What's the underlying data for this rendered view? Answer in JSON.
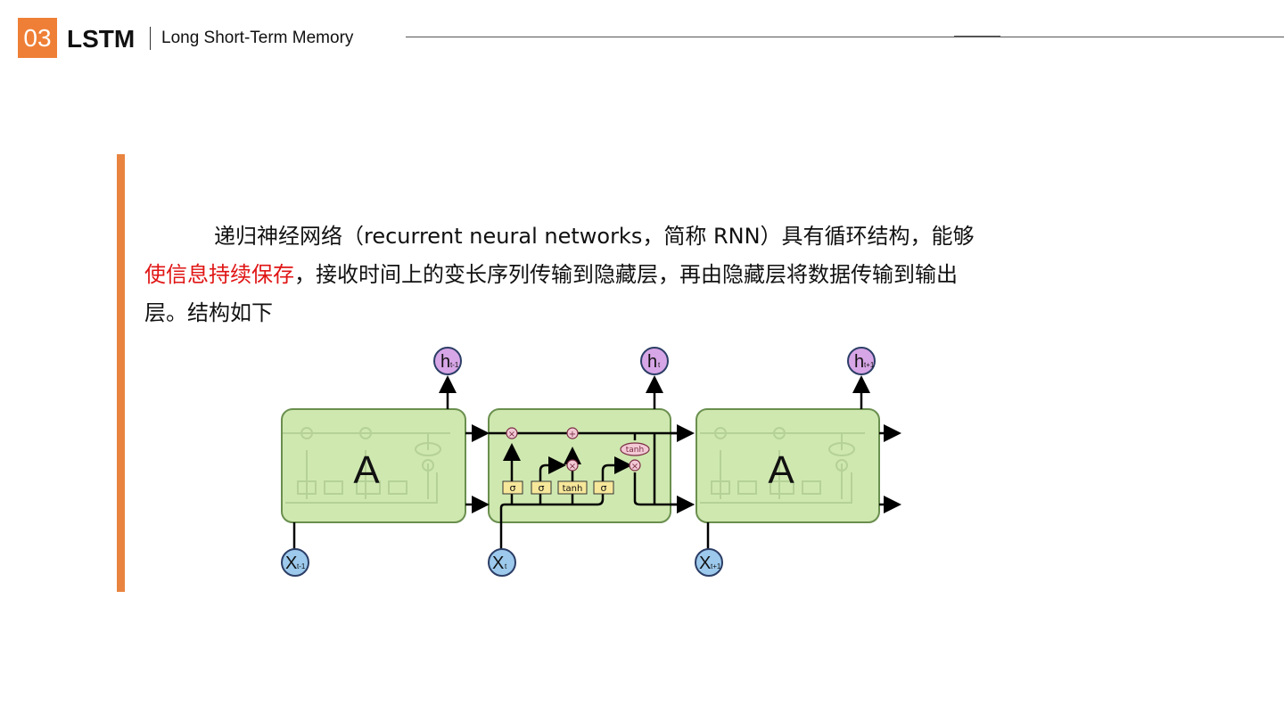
{
  "header": {
    "section_number": "03",
    "title": "LSTM",
    "subtitle": "Long Short-Term Memory"
  },
  "body": {
    "paragraph_part1": "递归神经网络（recurrent neural networks，简称 RNN）具有循环结构，能够",
    "paragraph_highlight": "使信息持续保存",
    "paragraph_part2": "，接收时间上的变长序列传输到隐藏层，再由隐藏层将数据传输到输出层。结构如下"
  },
  "diagram": {
    "cell_labels": [
      "A",
      "A"
    ],
    "outputs": [
      "h",
      "h",
      "h"
    ],
    "output_subscripts": [
      "t-1",
      "t",
      "t+1"
    ],
    "inputs": [
      "X",
      "X",
      "X"
    ],
    "input_subscripts": [
      "t-1",
      "t",
      "t+1"
    ],
    "gates": [
      "σ",
      "σ",
      "tanh",
      "σ"
    ],
    "ops": [
      "×",
      "+",
      "×",
      "×"
    ],
    "tanh_op": "tanh"
  },
  "colors": {
    "accent": "#ef7f36",
    "highlight": "#e01414",
    "cell_fill": "#cfe8b0",
    "cell_stroke": "#6a8f4e",
    "output_node": "#d7a6e6",
    "input_node": "#9cc9ec",
    "gate_fill": "#f7e79a"
  }
}
